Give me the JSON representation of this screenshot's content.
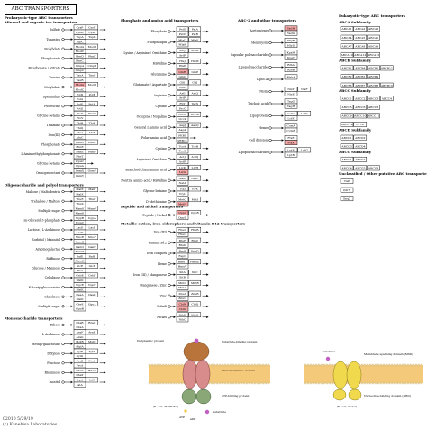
{
  "title": "ABC TRANSPORTERS",
  "footer": {
    "code": "02010  5/29/19",
    "credit": "(c) Kanehisa Laboratories"
  },
  "sections": [
    {
      "id": "prok",
      "text": "Prokaryotic-type ABC transporters"
    },
    {
      "id": "mineral",
      "text": "Mineral and organic ion transporters"
    },
    {
      "id": "oligo",
      "text": "Oligosaccharide and polyol transporters"
    },
    {
      "id": "mono",
      "text": "Monosaccharide transporters"
    },
    {
      "id": "phos",
      "text": "Phosphate and amino acid transporters"
    },
    {
      "id": "pept",
      "text": "Peptide and nickel transporters"
    },
    {
      "id": "metal",
      "text": "Metallic cation, iron-siderophore and vitamin B12 transporters"
    },
    {
      "id": "abc2",
      "text": "ABC-2 and other transporters"
    },
    {
      "id": "euk",
      "text": "Eukaryotic-type ABC transporters"
    },
    {
      "id": "abca",
      "text": "ABCA Subfamily"
    },
    {
      "id": "abcb",
      "text": "ABCB Subfamily"
    },
    {
      "id": "abcc",
      "text": "ABCC Subfamily"
    },
    {
      "id": "abcd",
      "text": "ABCD Subfamily"
    },
    {
      "id": "abcg",
      "text": "ABCG Subfamily"
    },
    {
      "id": "unclass",
      "text": "Unclassified / Other putative ABC transporters"
    }
  ],
  "columns": [
    {
      "id": "c1",
      "rows": [
        {
          "s": "Sulfate",
          "g": [
            "CysP",
            "CysU",
            "CysW",
            "CysA"
          ],
          "hl": []
        },
        {
          "s": "Tungsten",
          "g": [
            "TupA",
            "TupB",
            "TupC"
          ],
          "hl": []
        },
        {
          "s": "Molybdate",
          "g": [
            "ModA",
            "ModB",
            "ModC"
          ],
          "hl": []
        },
        {
          "s": "Phosphonate",
          "g": [
            "PhnD",
            "PhnE",
            "PhnC"
          ],
          "hl": []
        },
        {
          "s": "Bicarbonate / Nitrate",
          "g": [
            "CmpA",
            "CmpB",
            "CmpC"
          ],
          "hl": []
        },
        {
          "s": "Taurine",
          "g": [
            "TauA",
            "TauC",
            "TauB"
          ],
          "hl": []
        },
        {
          "s": "Molybdate",
          "g": [
            "ModA",
            "ModB",
            "ModC"
          ],
          "hl": [
            0
          ]
        },
        {
          "s": "Spermidine",
          "g": [
            "PotD",
            "PotB",
            "PotA"
          ],
          "hl": []
        },
        {
          "s": "Putrescine",
          "g": [
            "PotF",
            "PotH",
            "PotG"
          ],
          "hl": []
        },
        {
          "s": "Glycine betaine",
          "g": [
            "ProX",
            "ProW",
            "ProV"
          ],
          "hl": []
        },
        {
          "s": "Thiamine",
          "g": [
            "ThiB",
            "ThiP",
            "ThiQ"
          ],
          "hl": []
        },
        {
          "s": "Iron(III)",
          "g": [
            "AfuA",
            "AfuB",
            "AfuC"
          ],
          "hl": []
        },
        {
          "s": "Phosphonate",
          "g": [
            "PhnD",
            "PhnC",
            "PhnE"
          ],
          "hl": []
        },
        {
          "s": "2-Aminoethylphosphonate",
          "g": [
            "PhnS",
            "PhnU",
            "PhnT"
          ],
          "hl": []
        },
        {
          "s": "Glycine betaine",
          "g": [
            "OpuC",
            "OpuA"
          ],
          "hl": []
        },
        {
          "s": "Osmoprotectant",
          "g": [
            "OsmX",
            "OsmV",
            "OsmY"
          ],
          "hl": []
        },
        {
          "s": "Maltose / Maltodextrin",
          "g": [
            "MalE",
            "MalF",
            "MalK"
          ],
          "hl": []
        },
        {
          "s": "Trehalose / Maltose",
          "g": [
            "ThuE",
            "ThuF",
            "ThuK"
          ],
          "hl": []
        },
        {
          "s": "Multiple sugar",
          "g": [
            "MsmE",
            "MsmF",
            "MsmK"
          ],
          "hl": []
        },
        {
          "s": "sn-Glycerol 3-phosphate",
          "g": [
            "UgpB",
            "UgpA",
            "UgpC"
          ],
          "hl": []
        },
        {
          "s": "Lactose / L-Arabinose",
          "g": [
            "LacE",
            "LacF",
            "LacK"
          ],
          "hl": []
        },
        {
          "s": "Sorbitol / Mannitol",
          "g": [
            "SmoE",
            "SmoF",
            "SmoK"
          ],
          "hl": []
        },
        {
          "s": "Arabinogalactan",
          "g": [
            "GanO",
            "GanP",
            "MsmX"
          ],
          "hl": []
        },
        {
          "s": "Raffinose",
          "g": [
            "RafE",
            "RafF",
            "MsmK"
          ],
          "hl": []
        },
        {
          "s": "Glucose / Mannose",
          "g": [
            "GlcE",
            "GlcF",
            "GlcV"
          ],
          "hl": []
        },
        {
          "s": "Cellobiose",
          "g": [
            "CebE",
            "CebF",
            "MsiK"
          ],
          "hl": []
        },
        {
          "s": "N-Acetylglucosamine",
          "g": [
            "NgcE",
            "NgcF",
            "MsiK"
          ],
          "hl": []
        },
        {
          "s": "Chitobiose",
          "g": [
            "DasA",
            "DasB",
            "MsiK"
          ],
          "hl": []
        },
        {
          "s": "Multiple sugar",
          "g": [
            "ChvE",
            "GguA",
            "GguB"
          ],
          "hl": []
        },
        {
          "s": "Ribose",
          "g": [
            "RbsB",
            "RbsC",
            "RbsA"
          ],
          "hl": []
        },
        {
          "s": "L-Arabinose",
          "g": [
            "AraF",
            "AraH",
            "AraG"
          ],
          "hl": []
        },
        {
          "s": "Methyl-galactoside",
          "g": [
            "MglB",
            "MglC",
            "MglA"
          ],
          "hl": []
        },
        {
          "s": "D-Xylose",
          "g": [
            "XylF",
            "XylH",
            "XylG"
          ],
          "hl": []
        },
        {
          "s": "Fructose",
          "g": [
            "FrcB",
            "FrcC",
            "FrcA"
          ],
          "hl": []
        },
        {
          "s": "Rhamnose",
          "g": [
            "RhaS",
            "RhaP",
            "RhaT"
          ],
          "hl": []
        },
        {
          "s": "Inositol",
          "g": [
            "IbpA",
            "IatP",
            "IatA"
          ],
          "hl": []
        }
      ]
    },
    {
      "id": "c2",
      "rows": [
        {
          "s": "Phosphate",
          "g": [
            "PstS",
            "PstA",
            "PstC",
            "PstB"
          ],
          "hl": []
        },
        {
          "s": "Phospholipid",
          "g": [
            "MlaD",
            "MlaE",
            "MlaF"
          ],
          "hl": []
        },
        {
          "s": "Lysine / Arginine / Ornithine",
          "g": [
            "ArtJ",
            "ArtM",
            "ArtP"
          ],
          "hl": []
        },
        {
          "s": "Histidine",
          "g": [
            "HisJ",
            "HisM",
            "HisP"
          ],
          "hl": []
        },
        {
          "s": "Glutamine",
          "g": [
            "GlnH",
            "GlnP",
            "GlnQ"
          ],
          "hl": [
            0
          ]
        },
        {
          "s": "Glutamate / Aspartate",
          "g": [
            "GltI",
            "GltJ",
            "GltL"
          ],
          "hl": []
        },
        {
          "s": "Arginine",
          "g": [
            "ArtI",
            "ArtQ",
            "ArtP"
          ],
          "hl": []
        },
        {
          "s": "Cystine",
          "g": [
            "FliY",
            "YecS",
            "YecC"
          ],
          "hl": []
        },
        {
          "s": "Octopine / Nopaline",
          "g": [
            "OccQ",
            "OccM",
            "OccP"
          ],
          "hl": []
        },
        {
          "s": "General L-amino acid",
          "g": [
            "AapJ",
            "AapQ",
            "AapP"
          ],
          "hl": []
        },
        {
          "s": "Polar amino acid",
          "g": [
            "PEB1",
            "PEB1c"
          ],
          "hl": []
        },
        {
          "s": "Cystine",
          "g": [
            "TcyA",
            "TcyB",
            "TcyC"
          ],
          "hl": []
        },
        {
          "s": "Arginine / Ornithine",
          "g": [
            "AotJ",
            "AotQ",
            "AotP"
          ],
          "hl": []
        },
        {
          "s": "Branched-chain amino acid",
          "g": [
            "LivK",
            "LivH",
            "LivG"
          ],
          "hl": [
            2
          ]
        },
        {
          "s": "Neutral amino acid / Histidine",
          "g": [
            "NatB",
            "NatC",
            "NatA"
          ],
          "hl": []
        },
        {
          "s": "Glycine betaine",
          "g": [
            "TcyJ",
            "TcyK",
            "TcyL"
          ],
          "hl": []
        },
        {
          "s": "D-Methionine",
          "g": [
            "MetQ",
            "MetI",
            "MetN"
          ],
          "hl": [
            2
          ]
        },
        {
          "s": "Peptide / Nickel",
          "g": [
            "OppA",
            "OppB",
            "OppD"
          ],
          "hl": [
            0
          ]
        },
        {
          "s": "Iron (III)",
          "g": [
            "FhuD",
            "FhuB",
            "FhuC"
          ],
          "hl": []
        },
        {
          "s": "Vitamin B12",
          "g": [
            "BtuF",
            "BtuC",
            "BtuD"
          ],
          "hl": []
        },
        {
          "s": "Iron complex",
          "g": [
            "FepB",
            "FepD",
            "FepC"
          ],
          "hl": []
        },
        {
          "s": "Heme",
          "g": [
            "HmuT",
            "HmuU",
            "HmuV"
          ],
          "hl": []
        },
        {
          "s": "Iron (III) / Manganese",
          "g": [
            "SitA",
            "SitC",
            "SitB"
          ],
          "hl": []
        },
        {
          "s": "Manganese / Zinc",
          "g": [
            "MntC",
            "MntB",
            "MntA"
          ],
          "hl": []
        },
        {
          "s": "Zinc",
          "g": [
            "ZnuA",
            "ZnuB",
            "ZnuC"
          ],
          "hl": []
        },
        {
          "s": "Cobalt",
          "g": [
            "CbiN",
            "CbiQ",
            "CbiO"
          ],
          "hl": [
            0,
            2
          ]
        },
        {
          "s": "Nickel",
          "g": [
            "NikK",
            "NikQ",
            "NikO"
          ],
          "hl": []
        }
      ]
    },
    {
      "id": "c3",
      "rows": [
        {
          "s": "Acetoin/ene",
          "g": [
            "YadH",
            "YadG"
          ],
          "hl": [
            0
          ]
        },
        {
          "s": "Hemolysin",
          "g": [
            "HlyB",
            "HlyD"
          ],
          "hl": []
        },
        {
          "s": "Capsular polysaccharide",
          "g": [
            "KpsM",
            "KpsT"
          ],
          "hl": []
        },
        {
          "s": "Lipopolysaccharide",
          "g": [
            "RfbA",
            "RfbB"
          ],
          "hl": []
        },
        {
          "s": "Lipid A",
          "g": [
            "MsbA"
          ],
          "hl": []
        },
        {
          "s": "Nisin",
          "g": [
            "NisT",
            "NisF",
            "NisE"
          ],
          "hl": []
        },
        {
          "s": "Teichoic acid",
          "g": [
            "TagG",
            "TagH"
          ],
          "hl": []
        },
        {
          "s": "Lipoprotein",
          "g": [
            "LolC",
            "LolD",
            "LolE"
          ],
          "hl": []
        },
        {
          "s": "Heme",
          "g": [
            "CcmA",
            "CcmB"
          ],
          "hl": []
        },
        {
          "s": "Cell division",
          "g": [
            "FtsE",
            "FtsX"
          ],
          "hl": [
            1
          ]
        },
        {
          "s": "Lipopolysaccharide",
          "g": [
            "LptF",
            "LptG",
            "LptB"
          ],
          "hl": []
        }
      ]
    },
    {
      "id": "c4",
      "rows": [
        {
          "g": [
            "ABCA1",
            "ABCA2",
            "ABCA3"
          ],
          "hl": []
        },
        {
          "g": [
            "ABCA4",
            "ABCA5",
            "ABCA6"
          ],
          "hl": []
        },
        {
          "g": [
            "ABCA7",
            "ABCA8",
            "ABCA9"
          ],
          "hl": []
        },
        {
          "g": [
            "ABCA10",
            "ABCA12",
            "ABCA13"
          ],
          "hl": []
        },
        {
          "g": [
            "ABCB1",
            "ABCB4",
            "ABCB5",
            "ABCB11"
          ],
          "hl": []
        },
        {
          "g": [
            "ABCB2",
            "ABCB3",
            "ABCB9"
          ],
          "hl": []
        },
        {
          "g": [
            "ABCB6",
            "ABCB7",
            "ABCB8",
            "ABCB10"
          ],
          "hl": []
        },
        {
          "g": [
            "ABCC1",
            "ABCC2",
            "ABCC3",
            "ABCC4"
          ],
          "hl": []
        },
        {
          "g": [
            "ABCC5",
            "ABCC6",
            "ABCC8"
          ],
          "hl": []
        },
        {
          "g": [
            "ABCC9",
            "ABCC10",
            "ABCC11"
          ],
          "hl": []
        },
        {
          "g": [
            "ABCC12",
            "CFTR"
          ],
          "hl": []
        },
        {
          "g": [
            "ABCD1",
            "ABCD2"
          ],
          "hl": []
        },
        {
          "g": [
            "ABCD3",
            "ABCD4"
          ],
          "hl": []
        },
        {
          "g": [
            "ABCG1",
            "ABCG2"
          ],
          "hl": []
        },
        {
          "g": [
            "ABCG4",
            "ABCG5",
            "ABCG8"
          ],
          "hl": []
        },
        {
          "g": [
            "TAP"
          ],
          "hl": []
        },
        {
          "g": [
            "Pdr5"
          ],
          "hl": []
        },
        {
          "g": [
            "Snq2"
          ],
          "hl": []
        }
      ]
    }
  ],
  "cartoons": {
    "left": {
      "labels": [
        "Periplasmic protein",
        "Substrate-binding protein",
        "Transmembrane domain",
        "ATP-binding protein",
        "Substrate",
        "(E. coli, MalFGK2)",
        "ATP",
        "ADP"
      ]
    },
    "right": {
      "labels": [
        "Substrate",
        "Membrane spanning domain (MSD)",
        "Nucleotide-binding domain (NBD)",
        "(E. coli, MsbA)"
      ]
    }
  },
  "colors": {
    "stroke": "#000000",
    "box_fill": "#ffffff",
    "highlight": "#f5a8a8",
    "membrane": "#f5c97a",
    "protein_brown": "#b8743a",
    "protein_green": "#8aa877",
    "protein_pink": "#d98c8c",
    "protein_yellow": "#f0d94c",
    "substrate": "#c25fc2",
    "atp": "#f0c43c"
  }
}
